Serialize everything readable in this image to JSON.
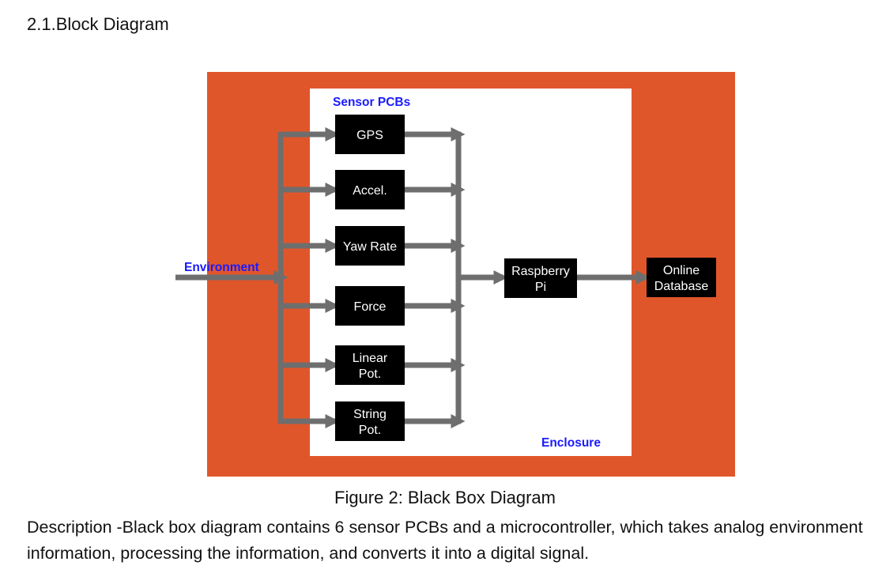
{
  "section_heading": "2.1.Block Diagram",
  "diagram": {
    "labels": {
      "sensor_pcbs": "Sensor PCBs",
      "environment": "Environment",
      "enclosure": "Enclosure"
    },
    "sensors": [
      {
        "id": "gps",
        "lines": [
          "GPS"
        ]
      },
      {
        "id": "accel",
        "lines": [
          "Accel."
        ]
      },
      {
        "id": "yaw-rate",
        "lines": [
          "Yaw Rate"
        ]
      },
      {
        "id": "force",
        "lines": [
          "Force"
        ]
      },
      {
        "id": "linear-pot",
        "lines": [
          "Linear",
          "Pot."
        ]
      },
      {
        "id": "string-pot",
        "lines": [
          "String",
          "Pot."
        ]
      }
    ],
    "controller": {
      "lines": [
        "Raspberry",
        "Pi"
      ]
    },
    "database": {
      "lines": [
        "Online",
        "Database"
      ]
    },
    "colors": {
      "background": "#e0562b",
      "enclosure": "#ffffff",
      "block": "#000000",
      "arrow": "#6e6e6e",
      "label_blue": "#1a1aff"
    }
  },
  "caption": "Figure 2: Black Box Diagram",
  "description": "Description -Black box diagram contains 6 sensor PCBs and a microcontroller, which takes analog environment information, processing the information, and converts it into a digital signal."
}
